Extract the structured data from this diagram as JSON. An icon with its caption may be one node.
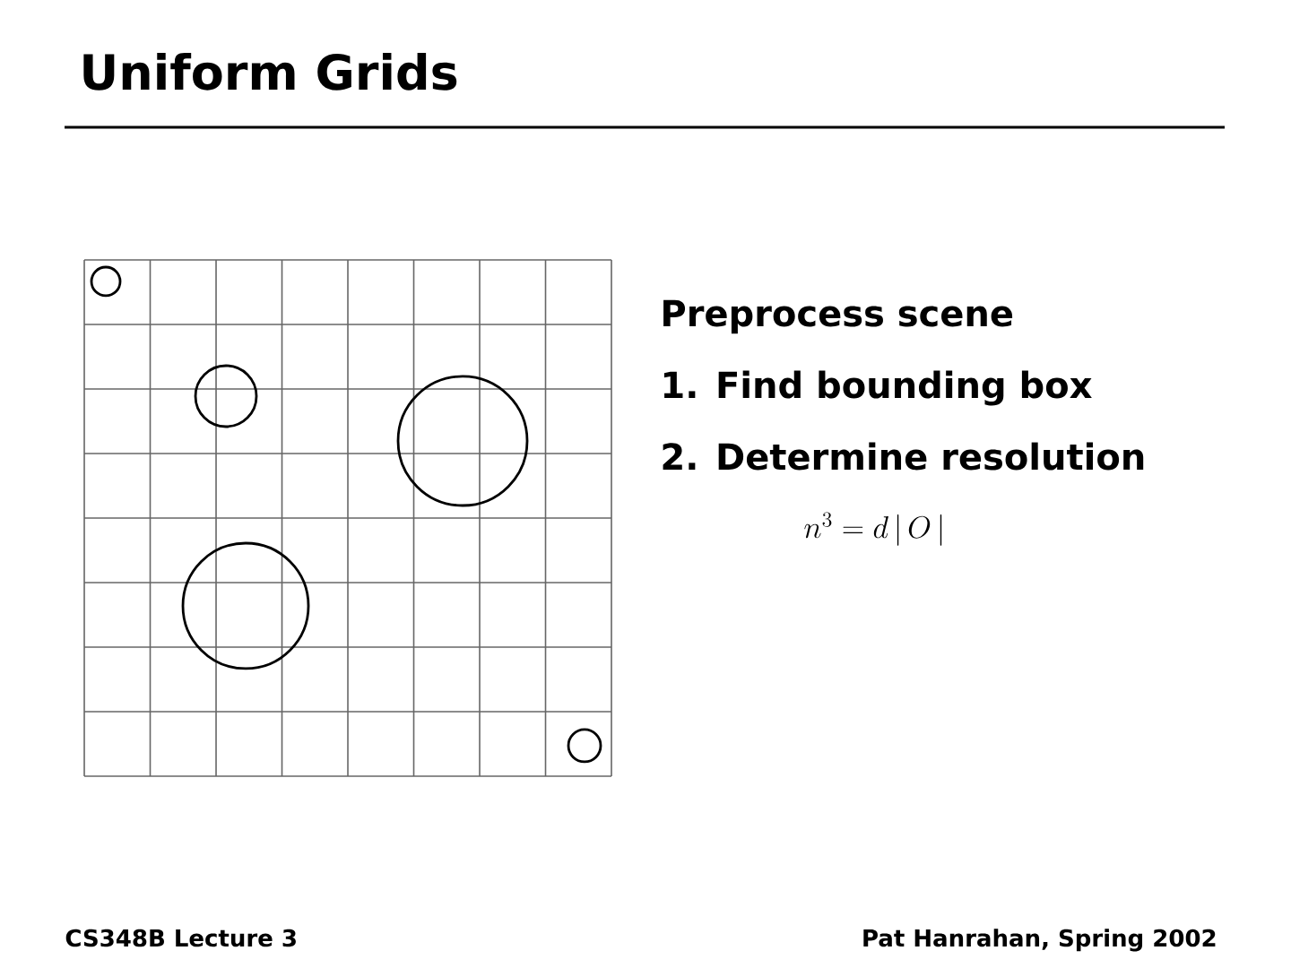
{
  "diagram": {
    "title": "Uniform Grids",
    "labels": [
      "Preprocess scene",
      "1. Find bounding box",
      "2. Determine resolution",
      "n^{3} = d\\,|\\,O\\,|",
      "CS348B Lecture 3",
      "Pat Hanrahan, Spring 2002"
    ]
  }
}
